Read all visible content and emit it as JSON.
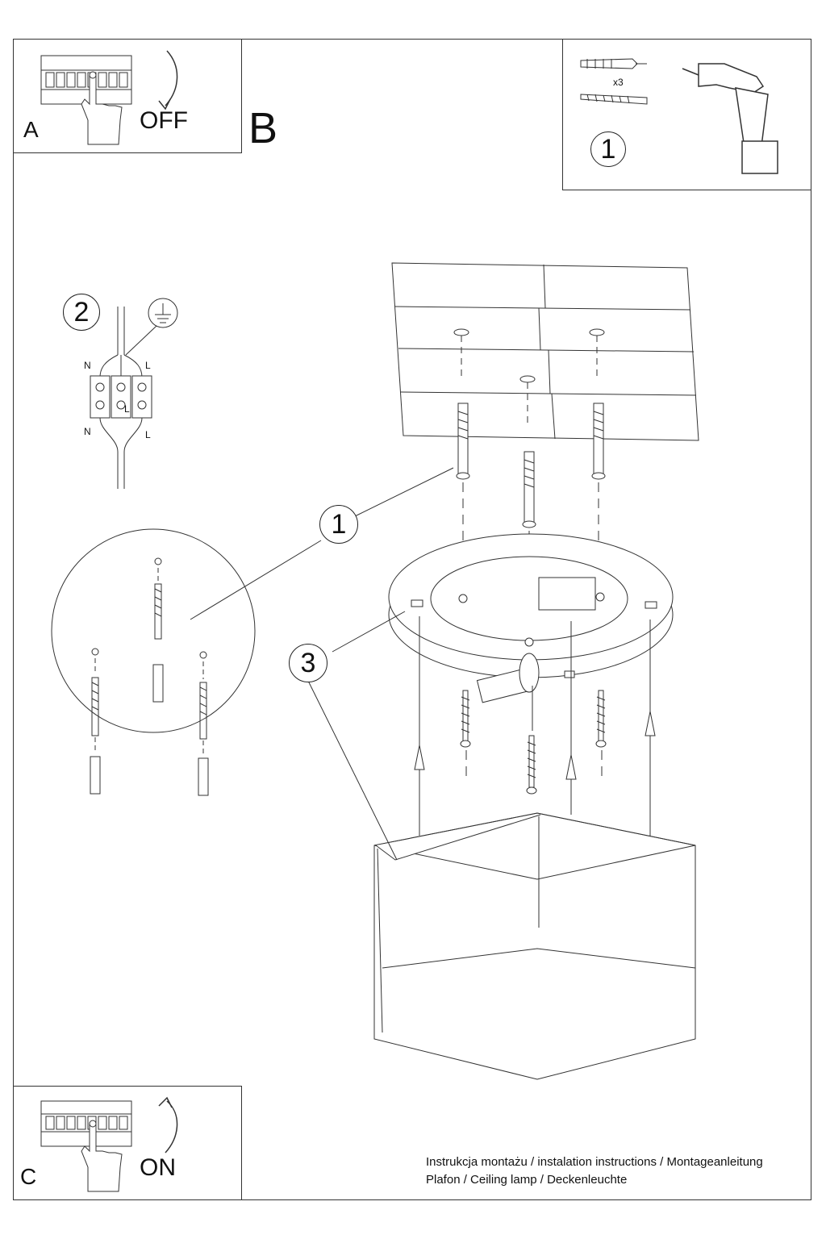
{
  "steps": {
    "a_letter": "A",
    "a_action": "OFF",
    "b_letter": "B",
    "c_letter": "C",
    "c_action": "ON"
  },
  "tools": {
    "quantity": "x3",
    "step_number": "1"
  },
  "wiring": {
    "step_number": "2",
    "neutral_top": "N",
    "live_top": "L",
    "live_mid": "L",
    "neutral_bottom": "N",
    "live_bottom": "L"
  },
  "callouts": {
    "anchors": "1",
    "base": "3"
  },
  "footer": {
    "line1": "Instrukcja montażu / instalation instructions / Montageanleitung",
    "line2": "Plafon / Ceiling lamp / Deckenleuchte"
  },
  "icons": [
    "breaker-panel-icon",
    "hand-pointer-icon",
    "curved-arrow-icon",
    "wall-plug-icon",
    "screw-icon",
    "drill-icon",
    "ground-symbol-icon",
    "terminal-block-icon"
  ]
}
